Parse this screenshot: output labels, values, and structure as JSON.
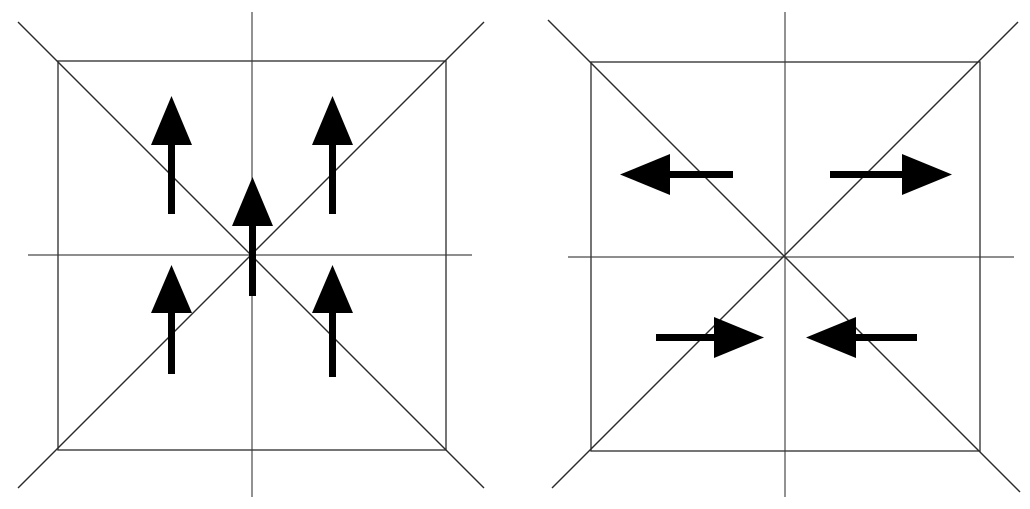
{
  "figure": {
    "panels": [
      {
        "id": "left",
        "arrows": [
          {
            "id": "top-left",
            "direction": "up"
          },
          {
            "id": "top-right",
            "direction": "up"
          },
          {
            "id": "center",
            "direction": "up"
          },
          {
            "id": "bottom-left",
            "direction": "up"
          },
          {
            "id": "bottom-right",
            "direction": "up"
          }
        ]
      },
      {
        "id": "right",
        "arrows": [
          {
            "id": "top-left",
            "direction": "left"
          },
          {
            "id": "top-right",
            "direction": "right"
          },
          {
            "id": "bottom-left",
            "direction": "right"
          },
          {
            "id": "bottom-right",
            "direction": "left"
          }
        ]
      }
    ],
    "colors": {
      "arrow": "#000000",
      "lines": "#3a3a3a",
      "background": "#ffffff"
    }
  }
}
